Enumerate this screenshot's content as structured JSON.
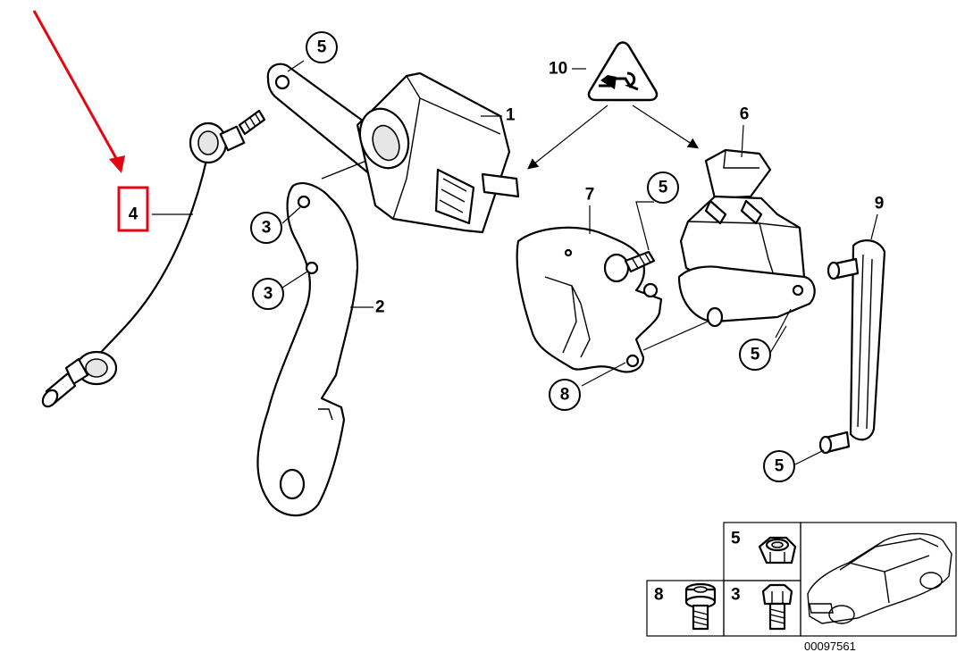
{
  "diagram": {
    "callouts": {
      "c1": "1",
      "c2": "2",
      "c3a": "3",
      "c3b": "3",
      "c4": "4",
      "c5a": "5",
      "c5b": "5",
      "c5c": "5",
      "c5d": "5",
      "c6": "6",
      "c7": "7",
      "c8": "8",
      "c9": "9",
      "c10": "10"
    },
    "highlight_color": "#e30613",
    "legend": {
      "item5": "5",
      "item8": "8",
      "item3": "3"
    },
    "document_number": "00097561",
    "icons": [
      "nut-icon",
      "socket-screw-icon",
      "hex-bolt-icon",
      "car-silhouette-icon",
      "warning-triangle-icon"
    ]
  }
}
